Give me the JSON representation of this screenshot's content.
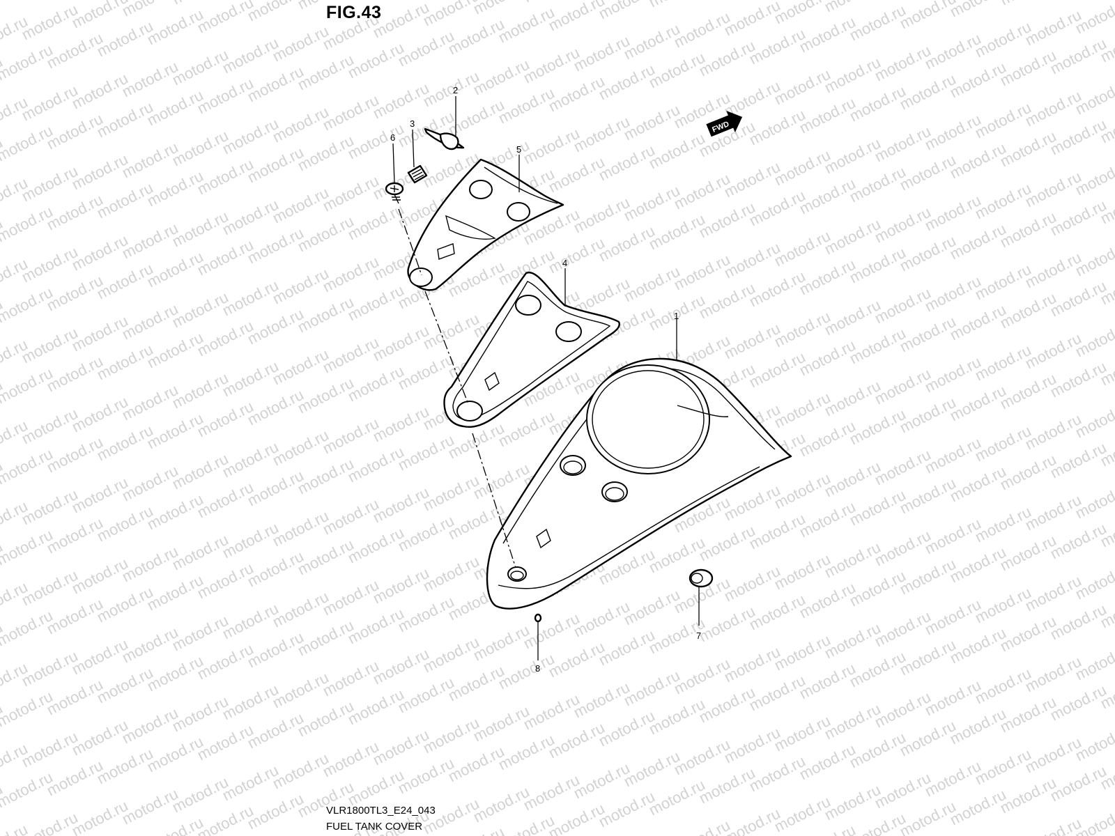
{
  "figure": {
    "title": "FIG.43",
    "model_code": "VLR1800TL3_E24_043",
    "caption": "FUEL TANK COVER"
  },
  "watermark": {
    "text": "motod.ru",
    "color": "#d2d2d2"
  },
  "fwd_badge": {
    "text": "FWD"
  },
  "callouts": [
    {
      "label": "1",
      "part": "fuel-tank-cover"
    },
    {
      "label": "2",
      "part": "emblem"
    },
    {
      "label": "3",
      "part": "badge"
    },
    {
      "label": "4",
      "part": "cover-gasket"
    },
    {
      "label": "5",
      "part": "cover-plate"
    },
    {
      "label": "6",
      "part": "screw"
    },
    {
      "label": "7",
      "part": "grommet"
    },
    {
      "label": "8",
      "part": "clip"
    }
  ]
}
